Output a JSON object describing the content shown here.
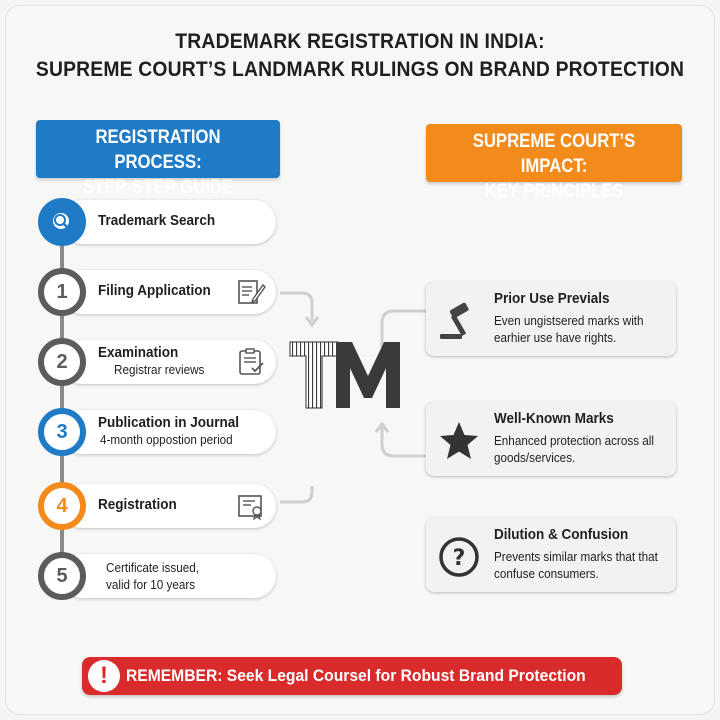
{
  "title": {
    "line1": "TRADEMARK REGISTRATION IN INDIA:",
    "line2": "SUPREME COURT’S LANDMARK RULINGS ON BRAND PROTECTION"
  },
  "left_header": {
    "line1": "REGISTRATION PROCESS:",
    "line2": "STEP-STEP GUIDE"
  },
  "right_header": {
    "line1": "SUPREME COURT’S IMPACT:",
    "line2": "KEY PRINCIPLES"
  },
  "steps": [
    {
      "number": "",
      "icon": "search-icon",
      "title": "Trademark Search",
      "sub": ""
    },
    {
      "number": "1",
      "icon": "document-pen-icon",
      "title": "Filing Application",
      "sub": ""
    },
    {
      "number": "2",
      "icon": "checklist-icon",
      "title": "Examination",
      "sub": "Registrar reviews"
    },
    {
      "number": "3",
      "icon": "",
      "title": "Publication in Journal",
      "sub": "4-month oppostion period"
    },
    {
      "number": "4",
      "icon": "certificate-icon",
      "title": "Registration",
      "sub": ""
    },
    {
      "number": "5",
      "icon": "",
      "title": "",
      "sub": "Certificate issued,",
      "sub2": "valid for 10 years"
    }
  ],
  "colors": {
    "blue": "#1f7bc6",
    "orange": "#f28a1c",
    "gray": "#5c5c5c",
    "red": "#d92b2b"
  },
  "tm_symbol": "TM",
  "principles": [
    {
      "icon": "gavel-icon",
      "title": "Prior Use Previals",
      "text": "Even ungistsered marks with earhier use have rights."
    },
    {
      "icon": "star-icon",
      "title": "Well-Known Marks",
      "text": "Enhanced protection across all goods/services."
    },
    {
      "icon": "question-icon",
      "title": "Dilution & Confusion",
      "text": "Prevents similar marks that that confuse consumers."
    }
  ],
  "banner": {
    "icon": "exclamation-icon",
    "text": "REMEMBER: Seek Legal Coursel for Robust Brand Protection"
  }
}
